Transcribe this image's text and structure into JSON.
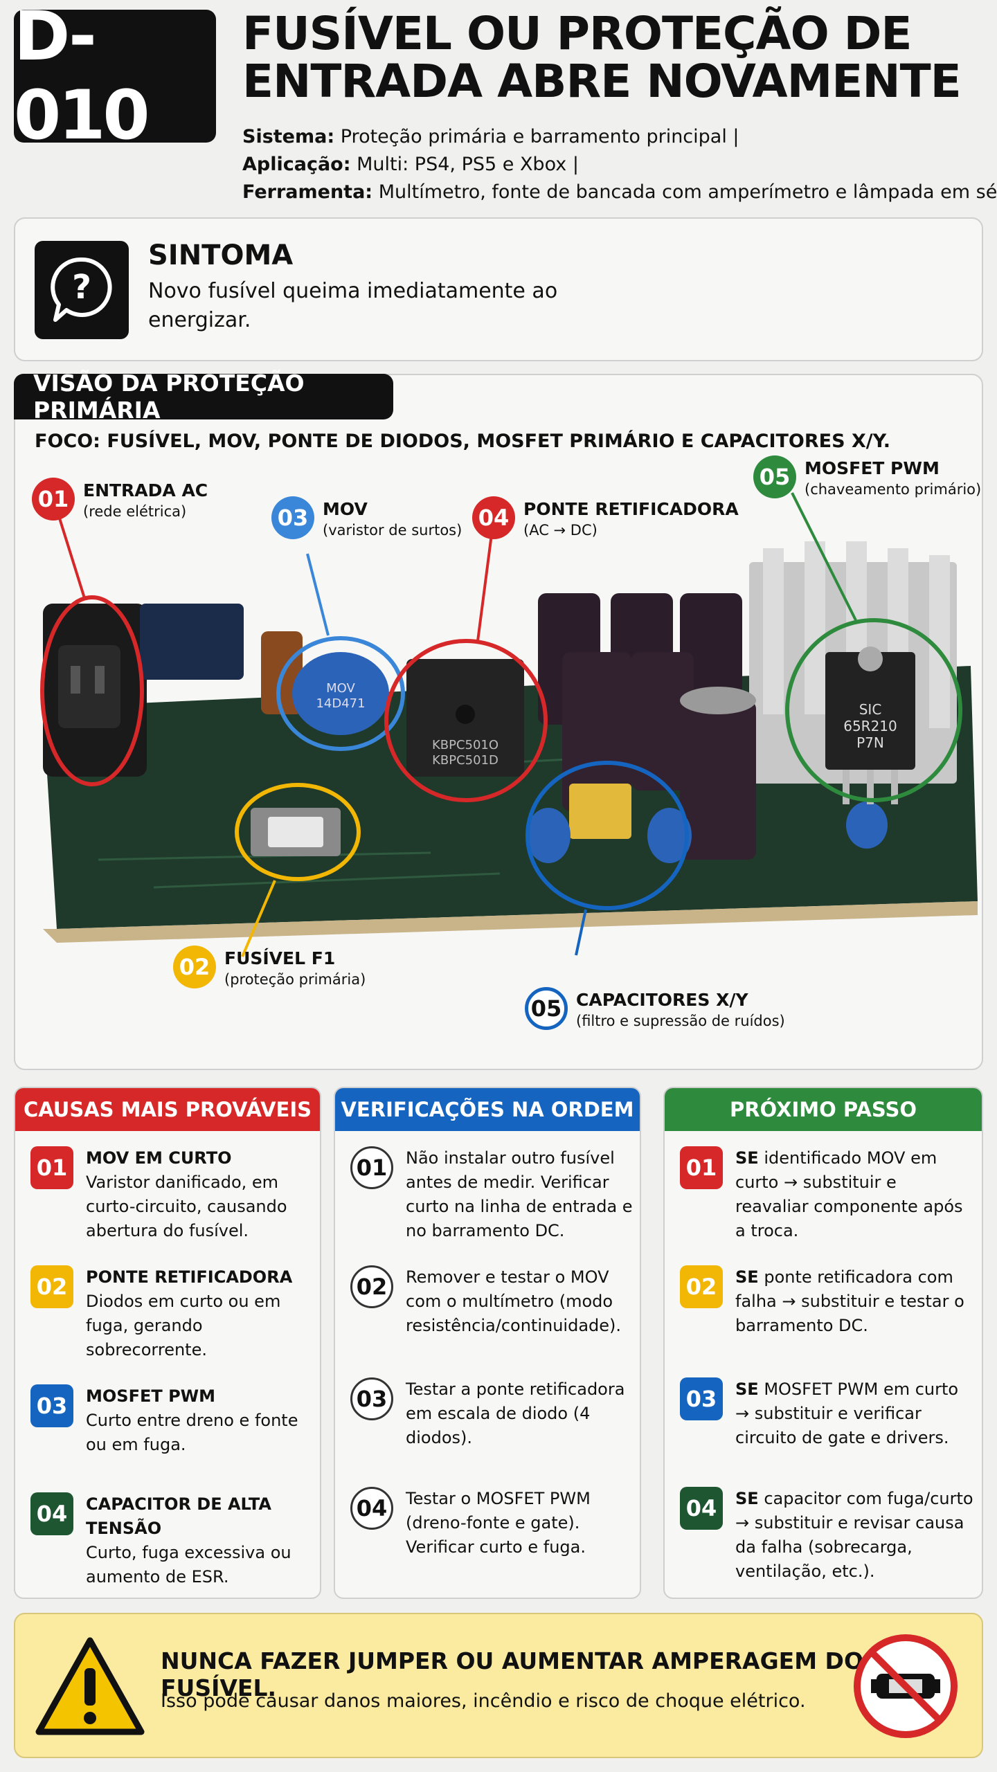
{
  "header": {
    "code": "D-010",
    "title_line1": "FUSÍVEL OU PROTEÇÃO DE",
    "title_line2": "ENTRADA ABRE NOVAMENTE",
    "sistema_label": "Sistema:",
    "sistema_value": "Proteção primária e barramento principal  |",
    "aplicacao_label": "Aplicação:",
    "aplicacao_value": "Multi: PS4, PS5 e Xbox  |",
    "ferramenta_label": "Ferramenta:",
    "ferramenta_value": "Multímetro, fonte de bancada com amperímetro e lâmpada em série"
  },
  "symptom": {
    "title": "SINTOMA",
    "text": "Novo fusível queima imediatamente ao energizar."
  },
  "diagram": {
    "tab": "VISÃO DA PROTEÇÃO PRIMÁRIA",
    "focus": "FOCO: FUSÍVEL, MOV, PONTE DE DIODOS, MOSFET PRIMÁRIO E CAPACITORES X/Y.",
    "board_labels": {
      "mov_line1": "MOV",
      "mov_line2": "14D471",
      "bridge_line1": "KBPC501O",
      "bridge_line2": "KBPC501D",
      "mosfet_line1": "SIC",
      "mosfet_line2": "65R210",
      "mosfet_line3": "P7N"
    },
    "callouts": [
      {
        "num": "01",
        "label": "ENTRADA AC",
        "sub": "(rede elétrica)",
        "color": "#d62828"
      },
      {
        "num": "02",
        "label": "FUSÍVEL F1",
        "sub": "(proteção primária)",
        "color": "#f2b705"
      },
      {
        "num": "03",
        "label": "MOV",
        "sub": "(varistor de surtos)",
        "color": "#3a86d8"
      },
      {
        "num": "04",
        "label": "PONTE RETIFICADORA",
        "sub": "(AC → DC)",
        "color": "#d62828"
      },
      {
        "num": "05",
        "label": "MOSFET PWM",
        "sub": "(chaveamento primário)",
        "color": "#2e8b3e"
      },
      {
        "num": "05",
        "label": "CAPACITORES X/Y",
        "sub": "(filtro e supressão de ruídos)",
        "color": "#1565c0"
      }
    ]
  },
  "columns": {
    "causes": {
      "title": "CAUSAS MAIS PROVÁVEIS",
      "color": "#d62828",
      "items": [
        {
          "num": "01",
          "color": "#d62828",
          "title": "MOV EM CURTO",
          "text": "Varistor danificado, em curto-circuito, causando abertura do fusível."
        },
        {
          "num": "02",
          "color": "#f2b705",
          "title": "PONTE RETIFICADORA",
          "text": "Diodos em curto ou em fuga, gerando sobrecorrente."
        },
        {
          "num": "03",
          "color": "#1565c0",
          "title": "MOSFET PWM",
          "text": "Curto entre dreno e fonte ou em fuga."
        },
        {
          "num": "04",
          "color": "#1e5631",
          "title": "CAPACITOR DE ALTA TENSÃO",
          "text": "Curto, fuga excessiva ou aumento de ESR."
        }
      ]
    },
    "checks": {
      "title": "VERIFICAÇÕES NA ORDEM",
      "color": "#1565c0",
      "items": [
        {
          "num": "01",
          "text": "Não instalar outro fusível antes de medir. Verificar curto na linha de entrada e no barramento DC."
        },
        {
          "num": "02",
          "text": "Remover e testar o MOV com o multímetro (modo resistência/continuidade)."
        },
        {
          "num": "03",
          "text": "Testar a ponte retificadora em escala de diodo (4 diodos)."
        },
        {
          "num": "04",
          "text": "Testar o MOSFET PWM (dreno-fonte e gate). Verificar curto e fuga."
        }
      ]
    },
    "next": {
      "title": "PRÓXIMO PASSO",
      "color": "#2e8b3e",
      "items": [
        {
          "num": "01",
          "color": "#d62828",
          "prefix": "SE",
          "text": "identificado MOV em curto → substituir e reavaliar componente após a troca."
        },
        {
          "num": "02",
          "color": "#f2b705",
          "prefix": "SE",
          "text": "ponte retificadora com falha → substituir e testar o barramento DC."
        },
        {
          "num": "03",
          "color": "#1565c0",
          "prefix": "SE",
          "text": "MOSFET PWM em curto → substituir e verificar circuito de gate e drivers."
        },
        {
          "num": "04",
          "color": "#1e5631",
          "prefix": "SE",
          "text": "capacitor com fuga/curto → substituir e revisar causa da falha (sobrecarga, ventilação, etc.)."
        }
      ]
    }
  },
  "warning": {
    "title": "NUNCA FAZER JUMPER OU AUMENTAR AMPERAGEM DO FUSÍVEL.",
    "text": "Isso pode causar danos maiores, incêndio e risco de choque elétrico."
  }
}
